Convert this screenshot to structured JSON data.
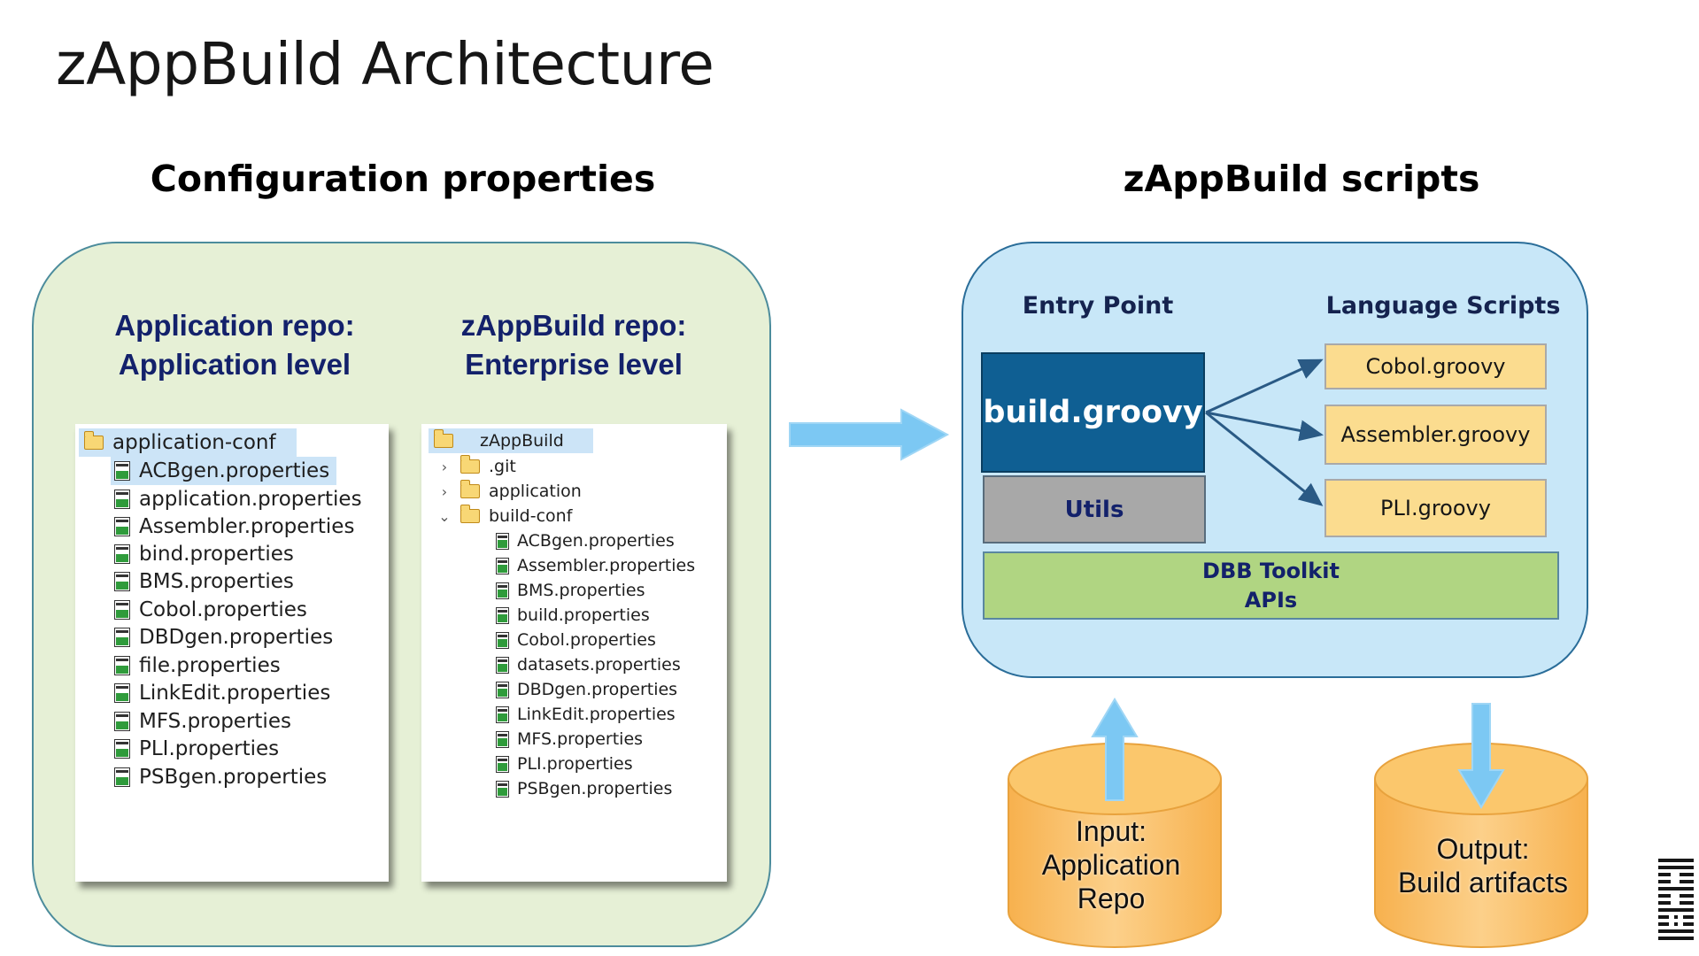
{
  "title": "zAppBuild Architecture",
  "config": {
    "heading": "Configuration properties",
    "app_repo_heading": [
      "Application repo:",
      "Application level"
    ],
    "zappbuild_repo_heading": [
      "zAppBuild repo:",
      "Enterprise level"
    ],
    "app_tree": {
      "folder": "application-conf",
      "files": [
        "ACBgen.properties",
        "application.properties",
        "Assembler.properties",
        "bind.properties",
        "BMS.properties",
        "Cobol.properties",
        "DBDgen.properties",
        "file.properties",
        "LinkEdit.properties",
        "MFS.properties",
        "PLI.properties",
        "PSBgen.properties"
      ]
    },
    "zab_tree": {
      "root": "zAppBuild",
      "folders": [
        ".git",
        "application",
        "build-conf"
      ],
      "files": [
        "ACBgen.properties",
        "Assembler.properties",
        "BMS.properties",
        "build.properties",
        "Cobol.properties",
        "datasets.properties",
        "DBDgen.properties",
        "LinkEdit.properties",
        "MFS.properties",
        "PLI.properties",
        "PSBgen.properties"
      ]
    }
  },
  "scripts": {
    "heading": "zAppBuild scripts",
    "entry_point_label": "Entry Point",
    "language_scripts_label": "Language Scripts",
    "entry_script": "build.groovy",
    "utils": "Utils",
    "dbb_toolkit": [
      "DBB Toolkit",
      "APIs"
    ],
    "language_scripts": [
      "Cobol.groovy",
      "Assembler.groovy",
      "PLI.groovy"
    ]
  },
  "input": [
    "Input:",
    "Application",
    "Repo"
  ],
  "output": [
    "Output:",
    "Build artifacts"
  ],
  "colors": {
    "config_panel": "#e6f0d6",
    "scripts_panel": "#c8e7f8",
    "entry_box": "#0f5f93",
    "utils_box": "#a8a8a8",
    "dbb_box": "#b0d582",
    "lang_box": "#fbdc8f",
    "cylinder": "#fbc76c",
    "arrow": "#7cc8f3",
    "heading_text": "#13216b"
  },
  "icons": [
    "arrow-right-icon",
    "folder-icon",
    "properties-file-icon",
    "chevron-right-icon",
    "chevron-down-icon",
    "arrow-up-icon",
    "arrow-down-icon",
    "ibm-logo-icon"
  ]
}
